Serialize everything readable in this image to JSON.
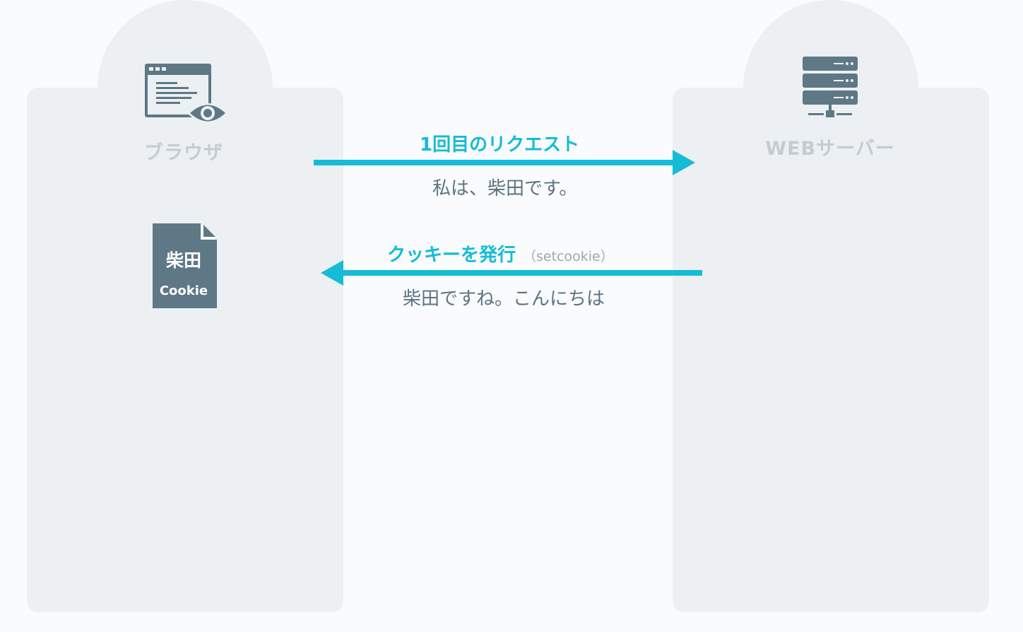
{
  "actors": {
    "browser": {
      "label": "ブラウザ",
      "icon": "browser-window-eye-icon"
    },
    "server": {
      "label": "WEBサーバー",
      "icon": "server-rack-icon"
    }
  },
  "cookie": {
    "icon": "document-icon",
    "value": "柴田",
    "label": "Cookie"
  },
  "messages": {
    "request": {
      "title": "1回目のリクエスト",
      "body": "私は、柴田です。",
      "direction": "browser-to-server"
    },
    "response": {
      "title": "クッキーを発行",
      "note": "（setcookie）",
      "body": "柴田ですね。こんにちは",
      "direction": "server-to-browser"
    }
  },
  "colors": {
    "accent": "#14bcd6",
    "icon": "#5e7885",
    "panel": "#ecf0f3",
    "label": "#c4ccd3",
    "text": "#5d7482"
  }
}
